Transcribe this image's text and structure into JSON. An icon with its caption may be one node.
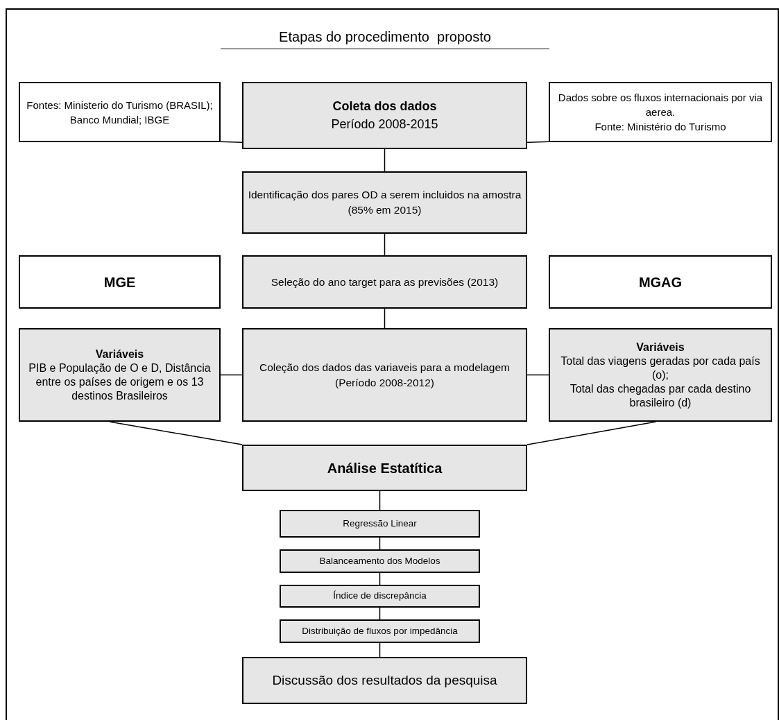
{
  "diagram": {
    "title": "Etapas do procedimento  proposto",
    "nodes": [
      {
        "text": [
          "Fontes: Ministerio do Turismo (BRASIL); Banco Mundial; IBGE"
        ]
      },
      {
        "text": [
          "Coleta dos dados",
          "Período 2008-2015"
        ]
      },
      {
        "text": [
          "Dados sobre os fluxos internacionais por via aerea.",
          "Fonte: Ministério do Turismo"
        ]
      },
      {
        "text": [
          "Identificação dos pares OD a serem incluidos na amostra (85% em 2015)"
        ]
      },
      {
        "text": [
          "MGE"
        ]
      },
      {
        "text": [
          "Seleção do ano target para as  previsões (2013)"
        ]
      },
      {
        "text": [
          "MGAG"
        ]
      },
      {
        "text": [
          "Variáveis",
          "PIB e População de O e D, Distância entre os países de origem e  os 13 destinos Brasileiros"
        ]
      },
      {
        "text": [
          "Coleção dos dados das variaveis para a modelagem (Período 2008-2012)"
        ]
      },
      {
        "text": [
          "Variáveis",
          "Total das viagens geradas por cada país (o);",
          "Total das chegadas par cada destino brasileiro (d)"
        ]
      },
      {
        "text": [
          "Análise Estatítica"
        ]
      },
      {
        "text": [
          "Regressão Linear"
        ]
      },
      {
        "text": [
          "Balanceamento dos Modelos"
        ]
      },
      {
        "text": [
          "Índice de  discrepância"
        ]
      },
      {
        "text": [
          "Distribuição de fluxos por impedância"
        ]
      },
      {
        "text": [
          "Discussão dos resultados da pesquisa"
        ]
      }
    ],
    "edges": [
      {
        "from": 0,
        "to": 1,
        "arrow": "none"
      },
      {
        "from": 1,
        "to": 2,
        "arrow": "none"
      },
      {
        "from": 1,
        "to": 3,
        "arrow": "none"
      },
      {
        "from": 3,
        "to": 5,
        "arrow": "none"
      },
      {
        "from": 5,
        "to": 8,
        "arrow": "none"
      },
      {
        "from": 7,
        "to": 8,
        "arrow": "none"
      },
      {
        "from": 8,
        "to": 9,
        "arrow": "none"
      },
      {
        "from": 7,
        "to": 10,
        "arrow": "none"
      },
      {
        "from": 9,
        "to": 10,
        "arrow": "none"
      },
      {
        "from": 10,
        "to": 11,
        "arrow": "none"
      },
      {
        "from": 11,
        "to": 12,
        "arrow": "none"
      },
      {
        "from": 12,
        "to": 13,
        "arrow": "none"
      },
      {
        "from": 13,
        "to": 14,
        "arrow": "none"
      },
      {
        "from": 14,
        "to": 15,
        "arrow": "none"
      }
    ]
  }
}
